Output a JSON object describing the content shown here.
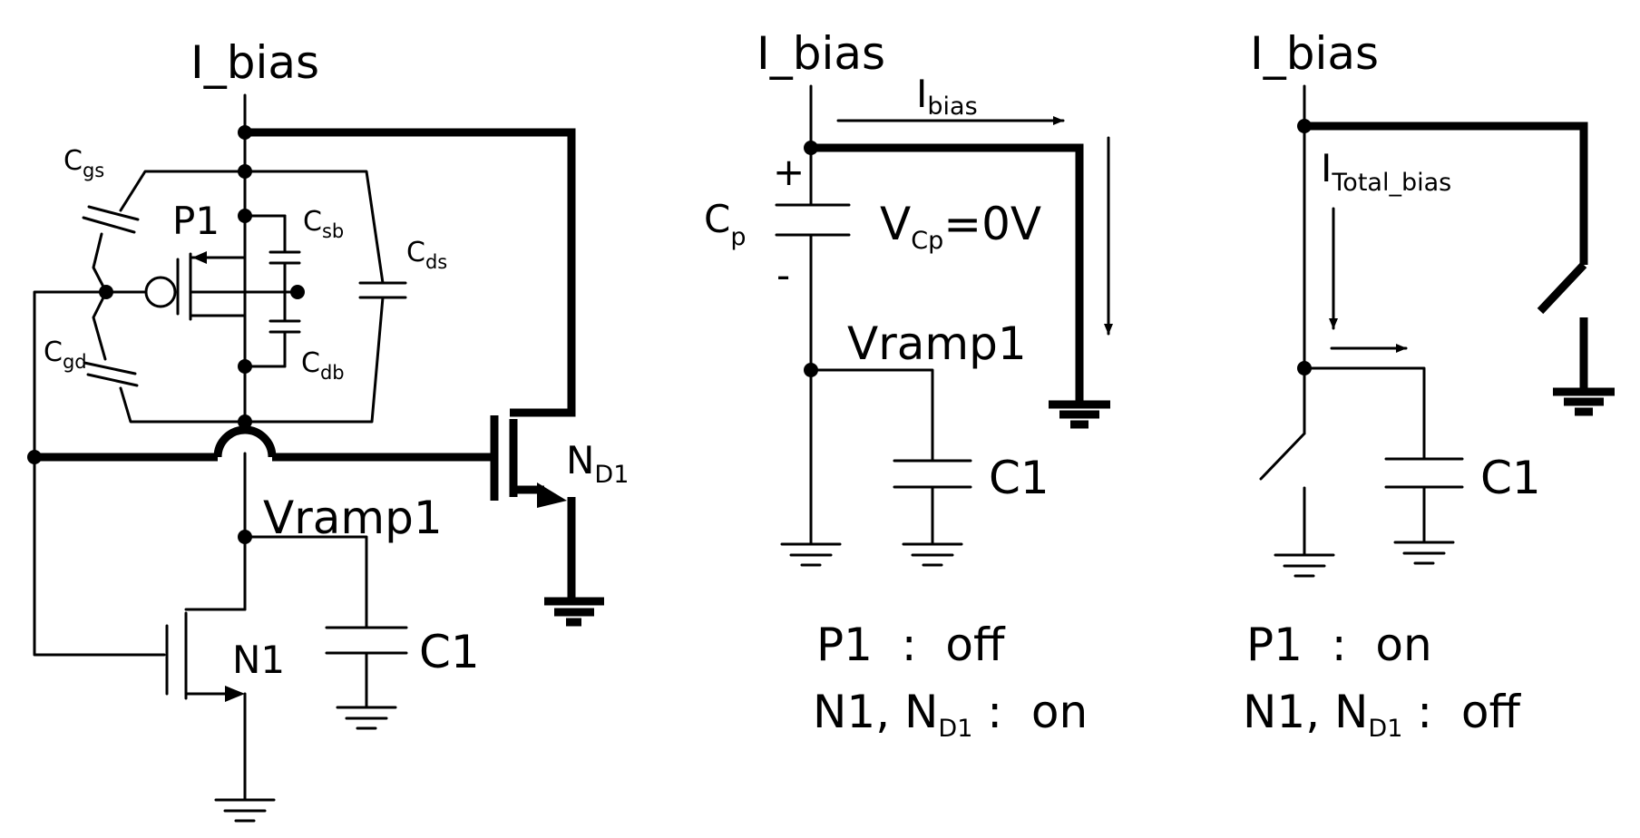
{
  "diagram": {
    "left": {
      "ibias": "I_bias",
      "cgs": "C",
      "cgs_sub": "gs",
      "cgd": "C",
      "cgd_sub": "gd",
      "csb": "C",
      "csb_sub": "sb",
      "cdb": "C",
      "cdb_sub": "db",
      "cds": "C",
      "cds_sub": "ds",
      "p1": "P1",
      "nd1": "N",
      "nd1_sub": "D1",
      "vramp": "Vramp1",
      "n1": "N1",
      "c1": "C1"
    },
    "middle": {
      "ibias": "I_bias",
      "arrow": "I",
      "arrow_sub": "bias",
      "plus": "+",
      "minus": "-",
      "cp": "C",
      "cp_sub": "p",
      "vcp_main": "V",
      "vcp_sub": "Cp",
      "vcp_value": "=0V",
      "vramp": "Vramp1",
      "c1": "C1",
      "state1": "P1  :  off",
      "state2_a": "N1, N",
      "state2_sub": "D1",
      "state2_b": " :  on"
    },
    "right": {
      "ibias": "I_bias",
      "arrow": "I",
      "arrow_sub": "Total_bias",
      "c1": "C1",
      "state1": "P1  :  on",
      "state2_a": "N1, N",
      "state2_sub": "D1",
      "state2_b": " :  off"
    }
  }
}
